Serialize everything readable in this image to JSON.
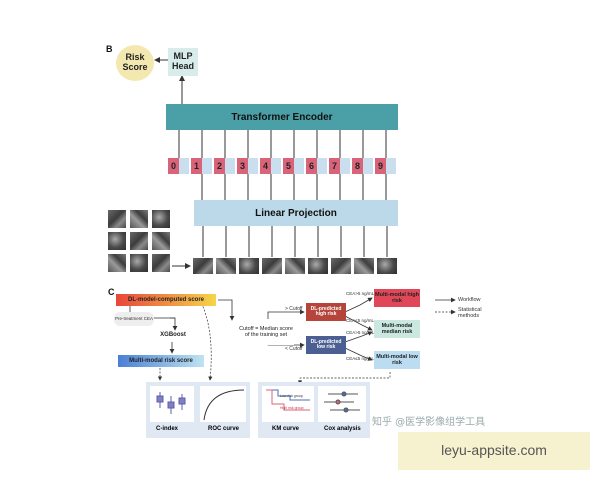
{
  "panel_b": {
    "letter": "B",
    "risk_score": "Risk Score",
    "mlp_head": "MLP Head",
    "transformer_encoder": "Transformer Encoder",
    "linear_projection": "Linear Projection",
    "tokens": [
      "0",
      "1",
      "2",
      "3",
      "4",
      "5",
      "6",
      "7",
      "8",
      "9"
    ],
    "colors": {
      "risk_score_bg": "#f3e9b0",
      "mlp_bg": "#d8ecec",
      "encoder_bg": "#4aa0a6",
      "projection_bg": "#bcd9ea",
      "token_pos": "#d9647a",
      "token_emb": "#c9dff0"
    }
  },
  "panel_c": {
    "letter": "C",
    "dl_score": "DL-model-computed score",
    "pre_cea": "Pre-treatment CEA",
    "xgboost": "XGBoost",
    "multimodal_score": "Multi-modal risk score",
    "cutoff": "Cutoff = Median score of the training set",
    "gt_cutoff": "> Cutoff",
    "lt_cutoff": "< Cutoff",
    "dl_high": "DL-predicted high risk",
    "dl_low": "DL-predicted low risk",
    "cea_gt_1": "CEA>5 ng/mL",
    "cea_le_1": "CEA≤5 ng/mL",
    "cea_gt_2": "CEA>5 ng/mL",
    "cea_le_2": "CEA≤5 ng/mL",
    "mm_high": "Multi-modal high risk",
    "mm_median": "Multi-modal median risk",
    "mm_low": "Multi-modal low risk",
    "legend_workflow": "Workflow",
    "legend_stats": "Statistical methods",
    "c_index": "C-index",
    "roc_curve": "ROC curve",
    "km_curve": "KM curve",
    "cox": "Cox analysis",
    "km_low": "Low risk group",
    "km_high": "High risk group",
    "colors": {
      "dl_score_grad_start": "#e8463c",
      "dl_score_grad_end": "#f6d54a",
      "multimodal_grad_start": "#4a7fd4",
      "multimodal_grad_end": "#bfe3f2",
      "dl_high_bg": "#b5443a",
      "dl_low_bg": "#4b5f93",
      "mm_high_bg": "#e0485a",
      "mm_median_bg": "#cbe8e0",
      "mm_low_bg": "#bcdcf2"
    }
  },
  "watermark": {
    "zhihu": "知乎 @医学影像组学工具",
    "site": "leyu-appsite.com"
  }
}
